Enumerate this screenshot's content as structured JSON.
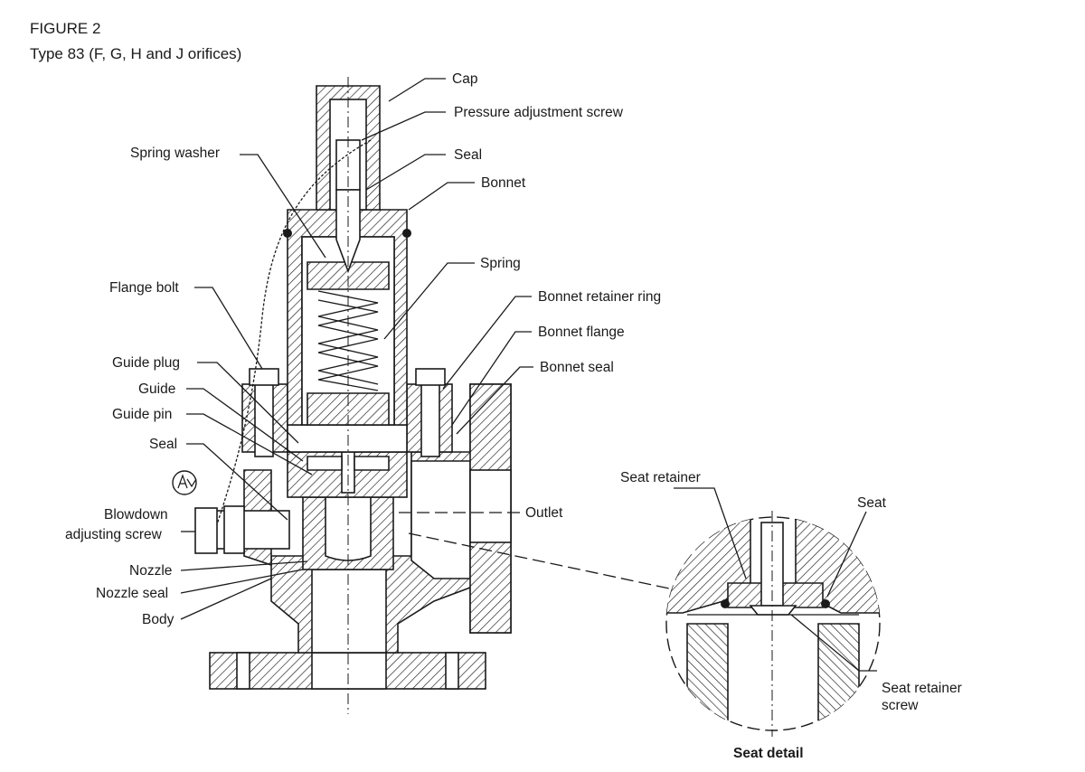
{
  "figure": {
    "title": "FIGURE 2",
    "subtitle": "Type 83 (F, G, H and J orifices)"
  },
  "labels": {
    "cap": "Cap",
    "pressure_adjustment_screw": "Pressure adjustment screw",
    "seal_top": "Seal",
    "bonnet": "Bonnet",
    "spring_washer": "Spring washer",
    "spring": "Spring",
    "flange_bolt": "Flange bolt",
    "bonnet_retainer_ring": "Bonnet retainer ring",
    "bonnet_flange": "Bonnet flange",
    "bonnet_seal": "Bonnet seal",
    "guide_plug": "Guide plug",
    "guide": "Guide",
    "guide_pin": "Guide pin",
    "seal_left": "Seal",
    "blowdown_line1": "Blowdown",
    "blowdown_line2": "adjusting screw",
    "nozzle": "Nozzle",
    "nozzle_seal": "Nozzle seal",
    "body": "Body",
    "outlet": "Outlet"
  },
  "seat_detail": {
    "caption": "Seat detail",
    "seat_retainer": "Seat retainer",
    "seat": "Seat",
    "seat_retainer_screw_line1": "Seat retainer",
    "seat_retainer_screw_line2": "screw"
  }
}
